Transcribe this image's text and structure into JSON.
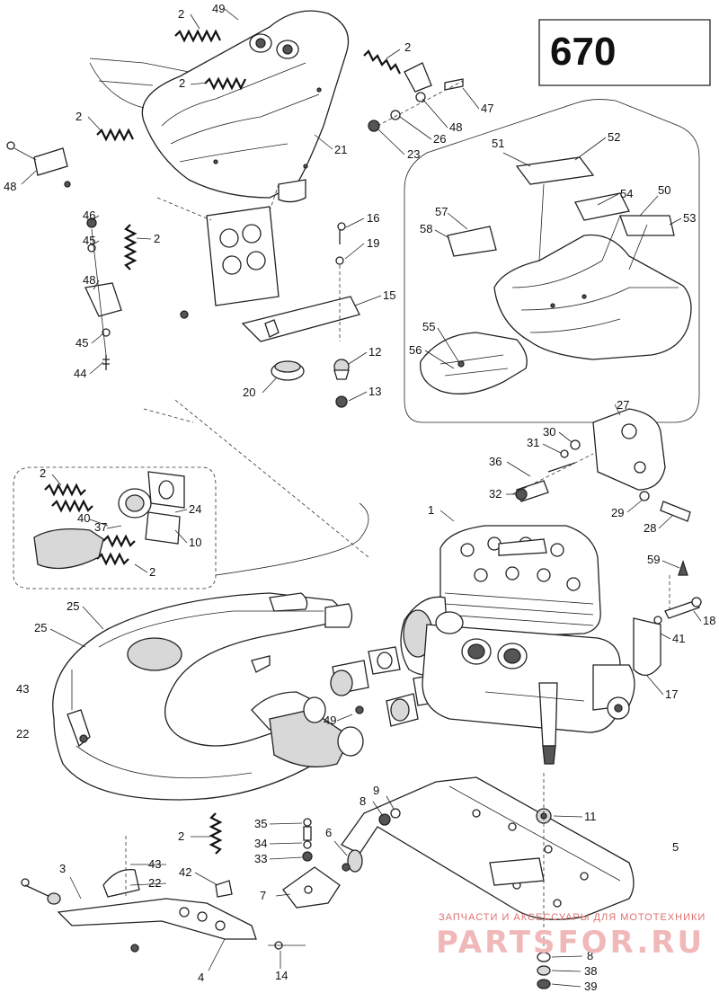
{
  "diagram": {
    "model_number": "670",
    "watermark_text": "ЗАПЧАСТИ И АКСЕССУАРЫ ДЛЯ МОТОТЕХНИКИ",
    "watermark_logo": "PARTSFOR.RU",
    "colors": {
      "ink": "#111111",
      "watermark_text": "#e07070",
      "watermark_logo": "#f0b8b8"
    },
    "callouts": {
      "c_2a": "2",
      "c_49a": "49",
      "c_2b": "2",
      "c_2c": "2",
      "c_47": "47",
      "c_48a": "48",
      "c_2d": "2",
      "c_26": "26",
      "c_23": "23",
      "c_21": "21",
      "c_48b": "48",
      "c_51": "51",
      "c_52": "52",
      "c_54": "54",
      "c_50": "50",
      "c_57": "57",
      "c_53": "53",
      "c_58": "58",
      "c_46": "46",
      "c_45a": "45",
      "c_2e": "2",
      "c_16": "16",
      "c_19": "19",
      "c_48c": "48",
      "c_15": "15",
      "c_45b": "45",
      "c_44": "44",
      "c_55": "55",
      "c_56": "56",
      "c_12": "12",
      "c_20": "20",
      "c_13": "13",
      "c_27": "27",
      "c_30": "30",
      "c_31": "31",
      "c_36": "36",
      "c_32": "32",
      "c_29": "29",
      "c_28": "28",
      "c_2f": "2",
      "c_24": "24",
      "c_40": "40",
      "c_37": "37",
      "c_10": "10",
      "c_2g": "2",
      "c_1": "1",
      "c_59": "59",
      "c_18": "18",
      "c_41": "41",
      "c_17": "17",
      "c_25a": "25",
      "c_25b": "25",
      "c_43a": "43",
      "c_22a": "22",
      "c_49b": "49",
      "c_9": "9",
      "c_8a": "8",
      "c_11": "11",
      "c_35": "35",
      "c_34": "34",
      "c_33": "33",
      "c_6": "6",
      "c_5": "5",
      "c_2h": "2",
      "c_3": "3",
      "c_43b": "43",
      "c_22b": "22",
      "c_42": "42",
      "c_7": "7",
      "c_4": "4",
      "c_14": "14",
      "c_8b": "8",
      "c_38": "38",
      "c_39": "39"
    }
  }
}
